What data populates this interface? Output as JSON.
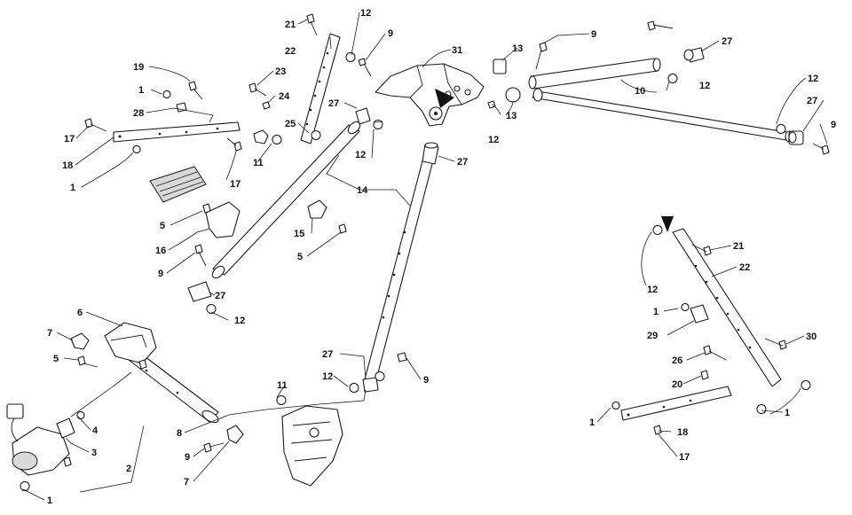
{
  "diagram": {
    "callouts": [
      {
        "id": "c1",
        "text": "21"
      },
      {
        "id": "c2",
        "text": "12"
      },
      {
        "id": "c3",
        "text": "9"
      },
      {
        "id": "c4",
        "text": "22"
      },
      {
        "id": "c5",
        "text": "31"
      },
      {
        "id": "c6",
        "text": "13"
      },
      {
        "id": "c7",
        "text": "9"
      },
      {
        "id": "c8",
        "text": "27"
      },
      {
        "id": "c9",
        "text": "19"
      },
      {
        "id": "c10",
        "text": "23"
      },
      {
        "id": "c11",
        "text": "1"
      },
      {
        "id": "c12",
        "text": "24"
      },
      {
        "id": "c13",
        "text": "28"
      },
      {
        "id": "c14",
        "text": "25"
      },
      {
        "id": "c15",
        "text": "27"
      },
      {
        "id": "c16",
        "text": "12"
      },
      {
        "id": "c17",
        "text": "10"
      },
      {
        "id": "c18",
        "text": "13"
      },
      {
        "id": "c19",
        "text": "12"
      },
      {
        "id": "c20",
        "text": "12"
      },
      {
        "id": "c21",
        "text": "27"
      },
      {
        "id": "c22",
        "text": "9"
      },
      {
        "id": "c23",
        "text": "17"
      },
      {
        "id": "c24",
        "text": "18"
      },
      {
        "id": "c25",
        "text": "11"
      },
      {
        "id": "c26",
        "text": "17"
      },
      {
        "id": "c27",
        "text": "1"
      },
      {
        "id": "c28",
        "text": "12"
      },
      {
        "id": "c29",
        "text": "27"
      },
      {
        "id": "c30",
        "text": "14"
      },
      {
        "id": "c31",
        "text": "5"
      },
      {
        "id": "c32",
        "text": "16"
      },
      {
        "id": "c33",
        "text": "15"
      },
      {
        "id": "c34",
        "text": "5"
      },
      {
        "id": "c35",
        "text": "9"
      },
      {
        "id": "c36",
        "text": "27"
      },
      {
        "id": "c37",
        "text": "12"
      },
      {
        "id": "c38",
        "text": "21"
      },
      {
        "id": "c39",
        "text": "22"
      },
      {
        "id": "c40",
        "text": "12"
      },
      {
        "id": "c41",
        "text": "6"
      },
      {
        "id": "c42",
        "text": "1"
      },
      {
        "id": "c43",
        "text": "7"
      },
      {
        "id": "c44",
        "text": "29"
      },
      {
        "id": "c45",
        "text": "30"
      },
      {
        "id": "c46",
        "text": "5"
      },
      {
        "id": "c47",
        "text": "26"
      },
      {
        "id": "c48",
        "text": "27"
      },
      {
        "id": "c49",
        "text": "9"
      },
      {
        "id": "c50",
        "text": "12"
      },
      {
        "id": "c51",
        "text": "20"
      },
      {
        "id": "c52",
        "text": "1"
      },
      {
        "id": "c53",
        "text": "11"
      },
      {
        "id": "c54",
        "text": "1"
      },
      {
        "id": "c55",
        "text": "18"
      },
      {
        "id": "c56",
        "text": "4"
      },
      {
        "id": "c57",
        "text": "8"
      },
      {
        "id": "c58",
        "text": "3"
      },
      {
        "id": "c59",
        "text": "17"
      },
      {
        "id": "c60",
        "text": "9"
      },
      {
        "id": "c61",
        "text": "2"
      },
      {
        "id": "c62",
        "text": "7"
      },
      {
        "id": "c63",
        "text": "1"
      }
    ]
  },
  "colors": {
    "line": "#1a1a1a",
    "background": "#ffffff",
    "shade": "#d9d9d9"
  }
}
